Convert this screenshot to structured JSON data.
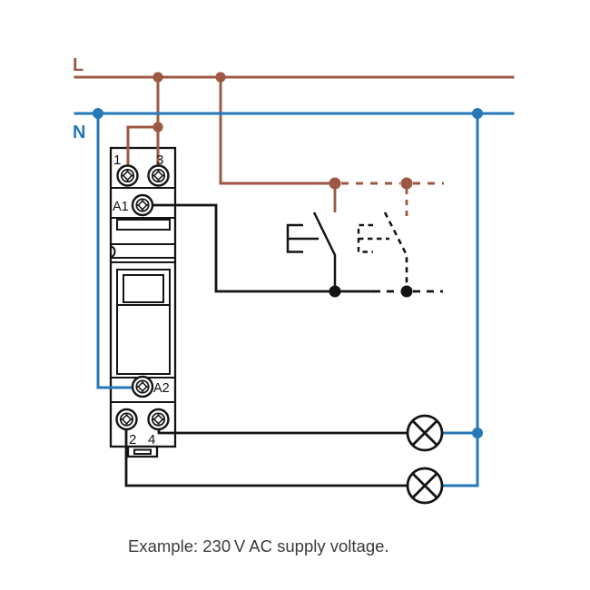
{
  "diagram": {
    "supply": {
      "line_l_label": "L",
      "line_n_label": "N"
    },
    "relay": {
      "terminal_top_left": "1",
      "terminal_top_right": "3",
      "coil_terminal_top": "A1",
      "coil_terminal_bottom": "A2",
      "terminal_bottom_left": "2",
      "terminal_bottom_right": "4"
    },
    "caption": "Example: 230 V AC supply voltage."
  },
  "colors": {
    "line_l_brown": "#9c5843",
    "line_n_blue": "#2478b8",
    "wire_black": "#141414",
    "caption_text": "#3a3a3a"
  }
}
